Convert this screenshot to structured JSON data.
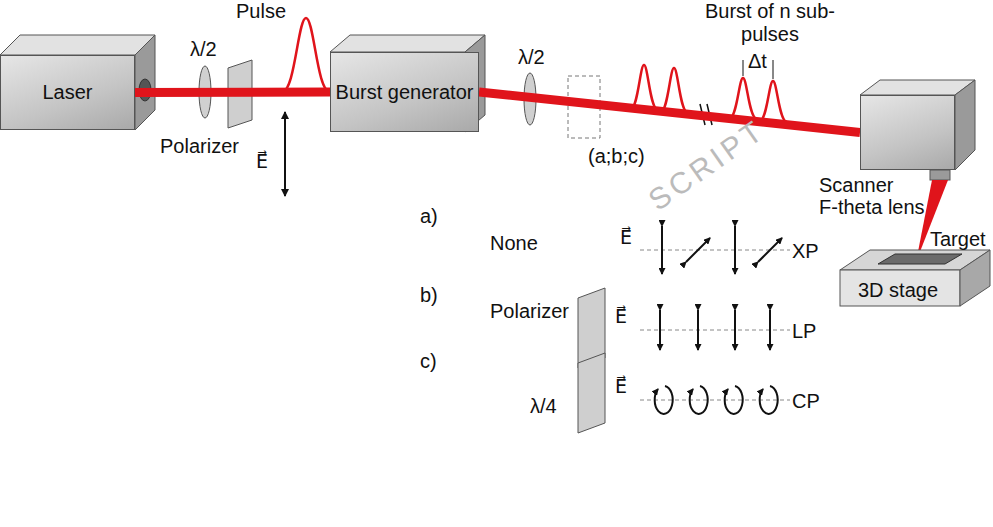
{
  "diagram": {
    "nodes": [
      {
        "text": [
          "Laser"
        ]
      },
      {
        "text": [
          "Burst generator"
        ]
      },
      {
        "text": [
          "Scanner",
          "F-theta lens"
        ]
      }
    ],
    "edges": [
      {
        "from": 0,
        "to": 1,
        "arrow": "none"
      },
      {
        "from": 1,
        "to": 2,
        "arrow": "none"
      }
    ],
    "labels": [
      "Pulse",
      "λ/2",
      "Polarizer",
      "E⃗",
      "λ/2",
      "Burst of n sub-pulses",
      "Δt",
      "(a;b;c)",
      "Target",
      "3D stage",
      "a)",
      "None",
      "E⃗",
      "XP",
      "b)",
      "Polarizer",
      "E⃗",
      "LP",
      "c)",
      "λ/4",
      "E⃗",
      "CP",
      "SCRIPT"
    ]
  }
}
